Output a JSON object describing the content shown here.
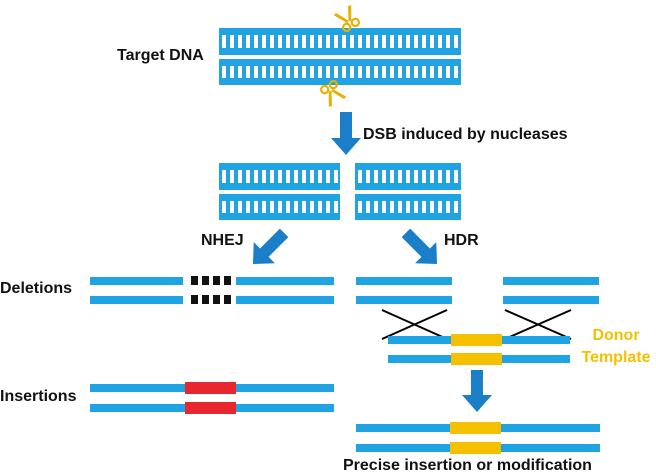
{
  "labels": {
    "target_dna": "Target DNA",
    "dsb": "DSB induced by nucleases",
    "nhej": "NHEJ",
    "hdr": "HDR",
    "deletions": "Deletions",
    "insertions": "Insertions",
    "donor_line1": "Donor",
    "donor_line2": "Template",
    "precise": "Precise insertion or modification"
  },
  "colors": {
    "dna": "#1fa3e3",
    "arrow": "#1a7fc8",
    "insertion": "#e8262d",
    "donor": "#f5c000",
    "gap": "#111111",
    "crossover": "#000000",
    "scissors": "#e8b000"
  },
  "icons": [
    "scissors-icon"
  ]
}
